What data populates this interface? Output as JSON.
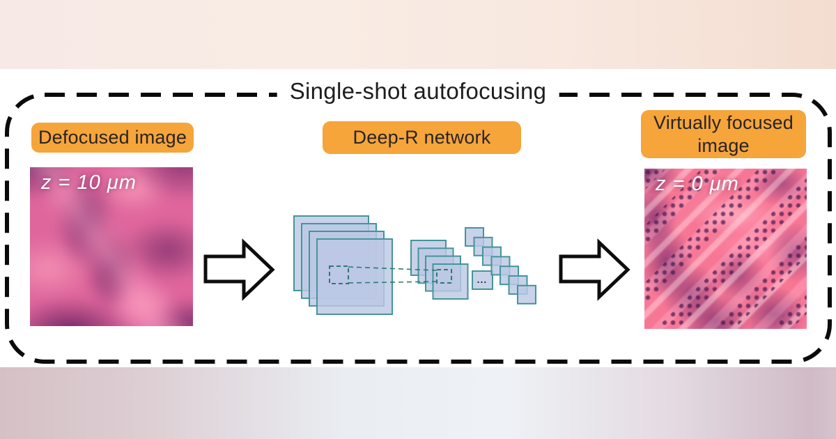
{
  "title": "Single-shot autofocusing",
  "panels": {
    "input": {
      "label": "Defocused image",
      "depth": "z = 10 μm"
    },
    "network": {
      "label": "Deep-R network",
      "ellipsis": "..."
    },
    "output": {
      "label": "Virtually focused image",
      "depth": "z = 0 μm"
    }
  },
  "icons": {
    "flow_arrow": "block-arrow-right"
  },
  "colors": {
    "label_bg": "#f5a53a",
    "label_text": "#292325",
    "dash_border": "#0b0b0b",
    "layer_fill": "#bcc8e4",
    "layer_stroke": "#44959b",
    "connector": "#2c7a72",
    "top_band": "#f8e9e0",
    "bottom_left": "#d5c0c5",
    "bottom_mid": "#eef2f6",
    "bottom_right": "#d0bbc6"
  }
}
